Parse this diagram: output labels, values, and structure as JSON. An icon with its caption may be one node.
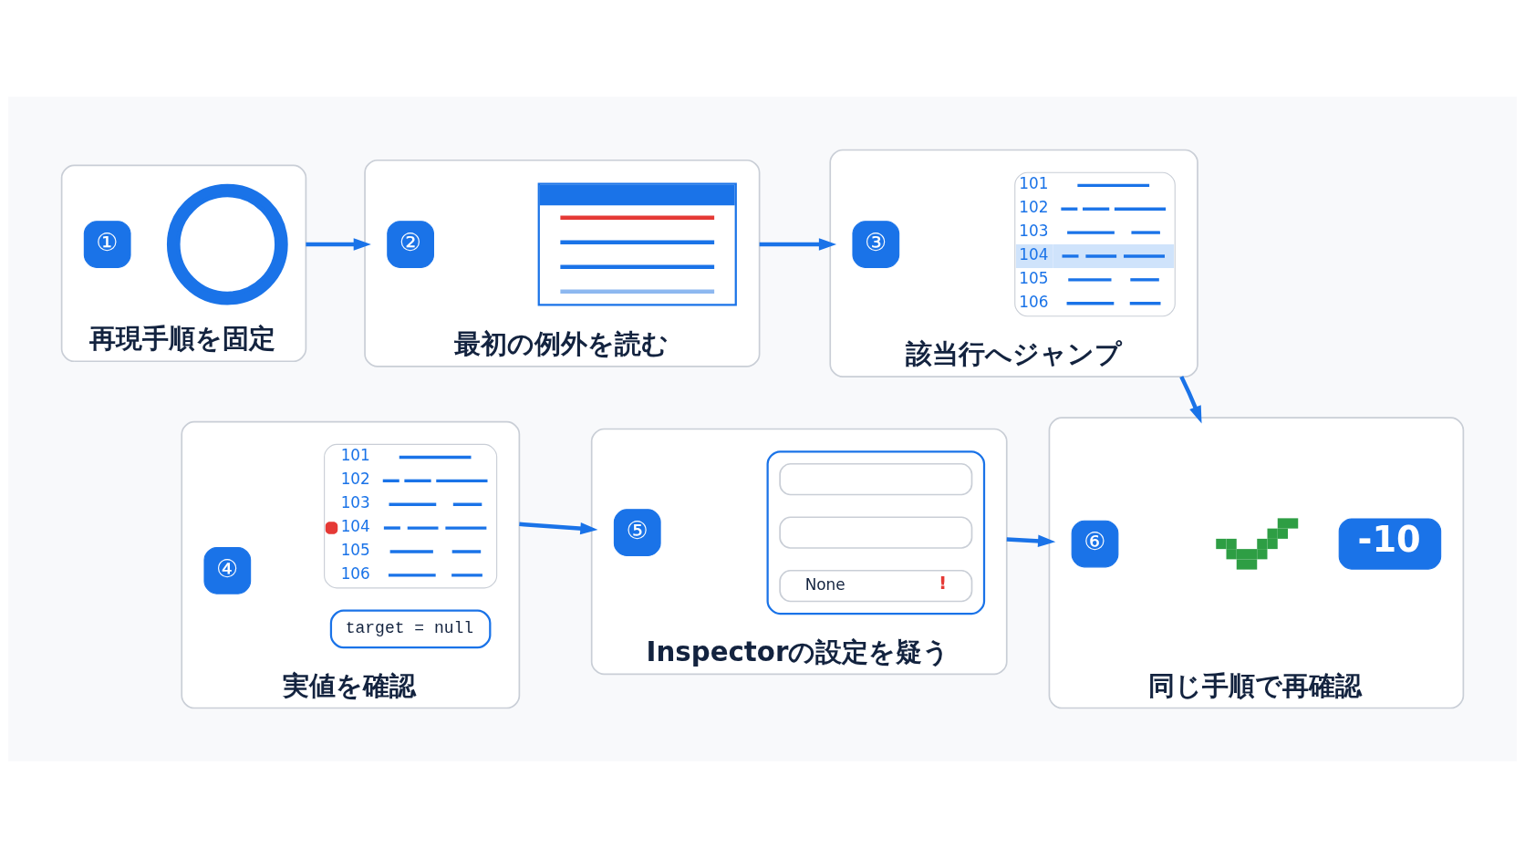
{
  "diagram": {
    "nodes": [
      {
        "text": [
          "再現手順を固定"
        ]
      },
      {
        "text": [
          "①"
        ],
        "in": 0
      },
      {
        "text": [],
        "shape": "picture",
        "in": 0
      },
      {
        "text": [
          "最初の例外を読む"
        ]
      },
      {
        "text": [
          "②"
        ],
        "in": 3
      },
      {
        "text": [],
        "shape": "picture",
        "in": 3
      },
      {
        "text": [
          "該当行へジャンプ"
        ]
      },
      {
        "text": [
          "③"
        ],
        "in": 6
      },
      {
        "text": [
          "101",
          "102",
          "103",
          "104",
          "105",
          "106"
        ],
        "in": 6
      },
      {
        "text": [
          "実値を確認"
        ]
      },
      {
        "text": [
          "④"
        ],
        "in": 9
      },
      {
        "text": [
          "101",
          "102",
          "103",
          "104",
          "105",
          "106"
        ],
        "in": 9
      },
      {
        "text": [
          "target = null"
        ],
        "in": 9
      },
      {
        "text": [
          "Inspectorの設定を疑う"
        ]
      },
      {
        "text": [
          "⑤"
        ],
        "in": 13
      },
      {
        "text": [],
        "shape": "box",
        "in": 13
      },
      {
        "text": [],
        "shape": "box",
        "in": 15
      },
      {
        "text": [],
        "shape": "box",
        "in": 15
      },
      {
        "text": [
          "None",
          "!"
        ],
        "in": 15
      },
      {
        "text": [
          "同じ手順で再確認"
        ]
      },
      {
        "text": [
          "⑥"
        ],
        "in": 19
      },
      {
        "text": [],
        "shape": "picture",
        "in": 19
      },
      {
        "text": [
          "-10"
        ],
        "in": 19
      }
    ],
    "edges": [
      {
        "from": 0,
        "to": 3,
        "arrow": "to"
      },
      {
        "from": 3,
        "to": 6,
        "arrow": "to"
      },
      {
        "from": 6,
        "to": 19,
        "arrow": "to"
      },
      {
        "from": 9,
        "to": 13,
        "arrow": "to"
      },
      {
        "from": 13,
        "to": 19,
        "arrow": "to"
      }
    ]
  }
}
